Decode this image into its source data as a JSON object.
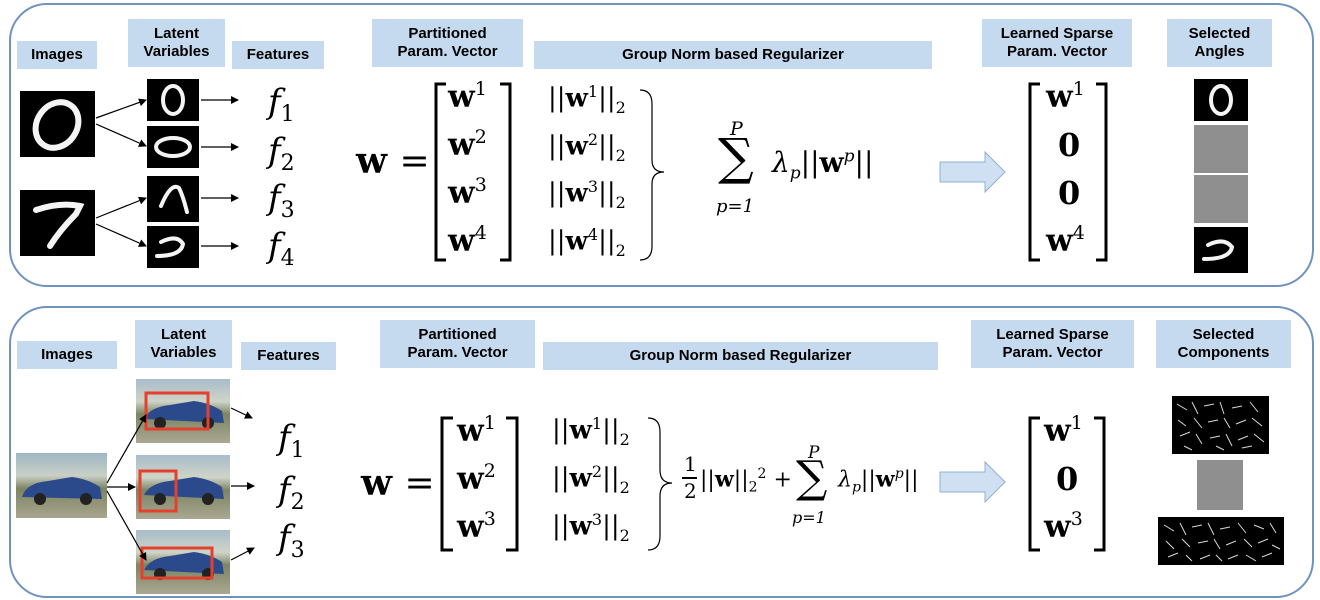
{
  "colors": {
    "panel_border": "#6f93bd",
    "header_fill": "#c5d9ef",
    "arrow_fill": "#cfe0f3",
    "bbox": "#e5402e"
  },
  "panel1": {
    "headers": {
      "images": "Images",
      "latent": "Latent\nVariables",
      "features": "Features",
      "partitioned": "Partitioned\nParam. Vector",
      "regularizer": "Group Norm based Regularizer",
      "learned": "Learned Sparse\nParam. Vector",
      "selected": "Selected\nAngles"
    },
    "features": [
      "1",
      "2",
      "3",
      "4"
    ],
    "w_symbol": "w",
    "w_blocks": [
      "1",
      "2",
      "3",
      "4"
    ],
    "sum_upper": "P",
    "sum_lower": "p=1",
    "learned_sup": [
      "1",
      "",
      "",
      "4"
    ]
  },
  "panel2": {
    "headers": {
      "images": "Images",
      "latent": "Latent\nVariables",
      "features": "Features",
      "partitioned": "Partitioned\nParam. Vector",
      "regularizer": "Group Norm based Regularizer",
      "learned": "Learned Sparse\nParam. Vector",
      "selected": "Selected\nComponents"
    },
    "features": [
      "1",
      "2",
      "3"
    ],
    "w_symbol": "w",
    "w_blocks": [
      "1",
      "2",
      "3"
    ],
    "half": "1",
    "half_den": "2",
    "sum_upper": "P",
    "sum_lower": "p=1",
    "learned_sup": [
      "1",
      "",
      "3"
    ]
  }
}
